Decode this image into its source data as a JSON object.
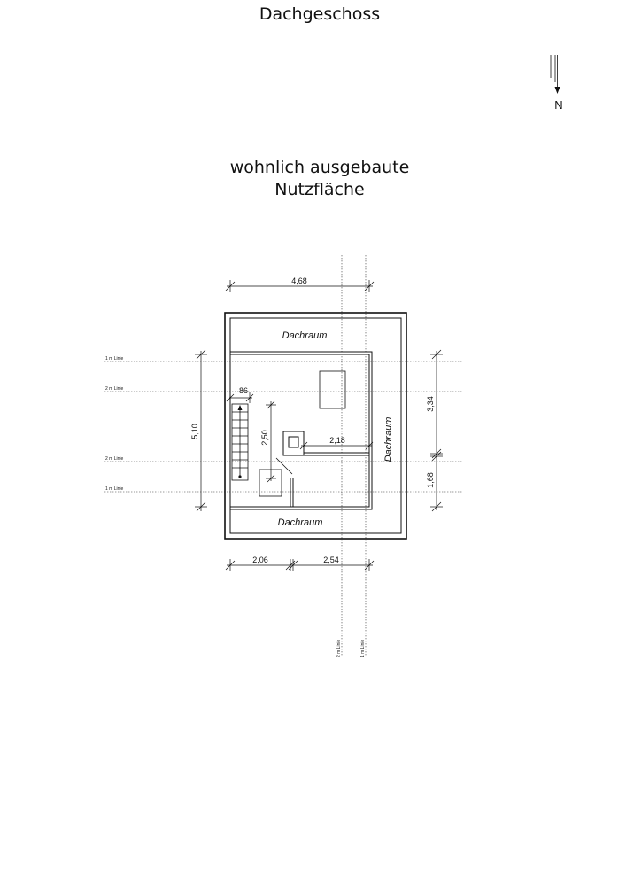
{
  "header": {
    "title": "Dachgeschoss",
    "subtitle_line1": "wohnlich ausgebaute",
    "subtitle_line2": "Nutzfläche"
  },
  "north_arrow": {
    "label": "N",
    "icon": "north-arrow-icon"
  },
  "rooms": {
    "top": "Dachraum",
    "bottom": "Dachraum",
    "right": "Dachraum"
  },
  "dimensions": {
    "top_width": "4,68",
    "left_height": "5,10",
    "stair_width": "86",
    "stair_length": "2,50",
    "inner_width": "2,18",
    "right_upper": "3,34",
    "right_lower": "1,68",
    "bottom_left": "2,06",
    "bottom_right": "2,54"
  },
  "height_lines": {
    "one_m_top": "1 m Linie",
    "two_m_top": "2 m Linie",
    "two_m_bottom": "2 m Linie",
    "one_m_bottom": "1 m Linie",
    "two_m_vertical": "2 m Linie",
    "one_m_vertical": "1 m Linie"
  }
}
